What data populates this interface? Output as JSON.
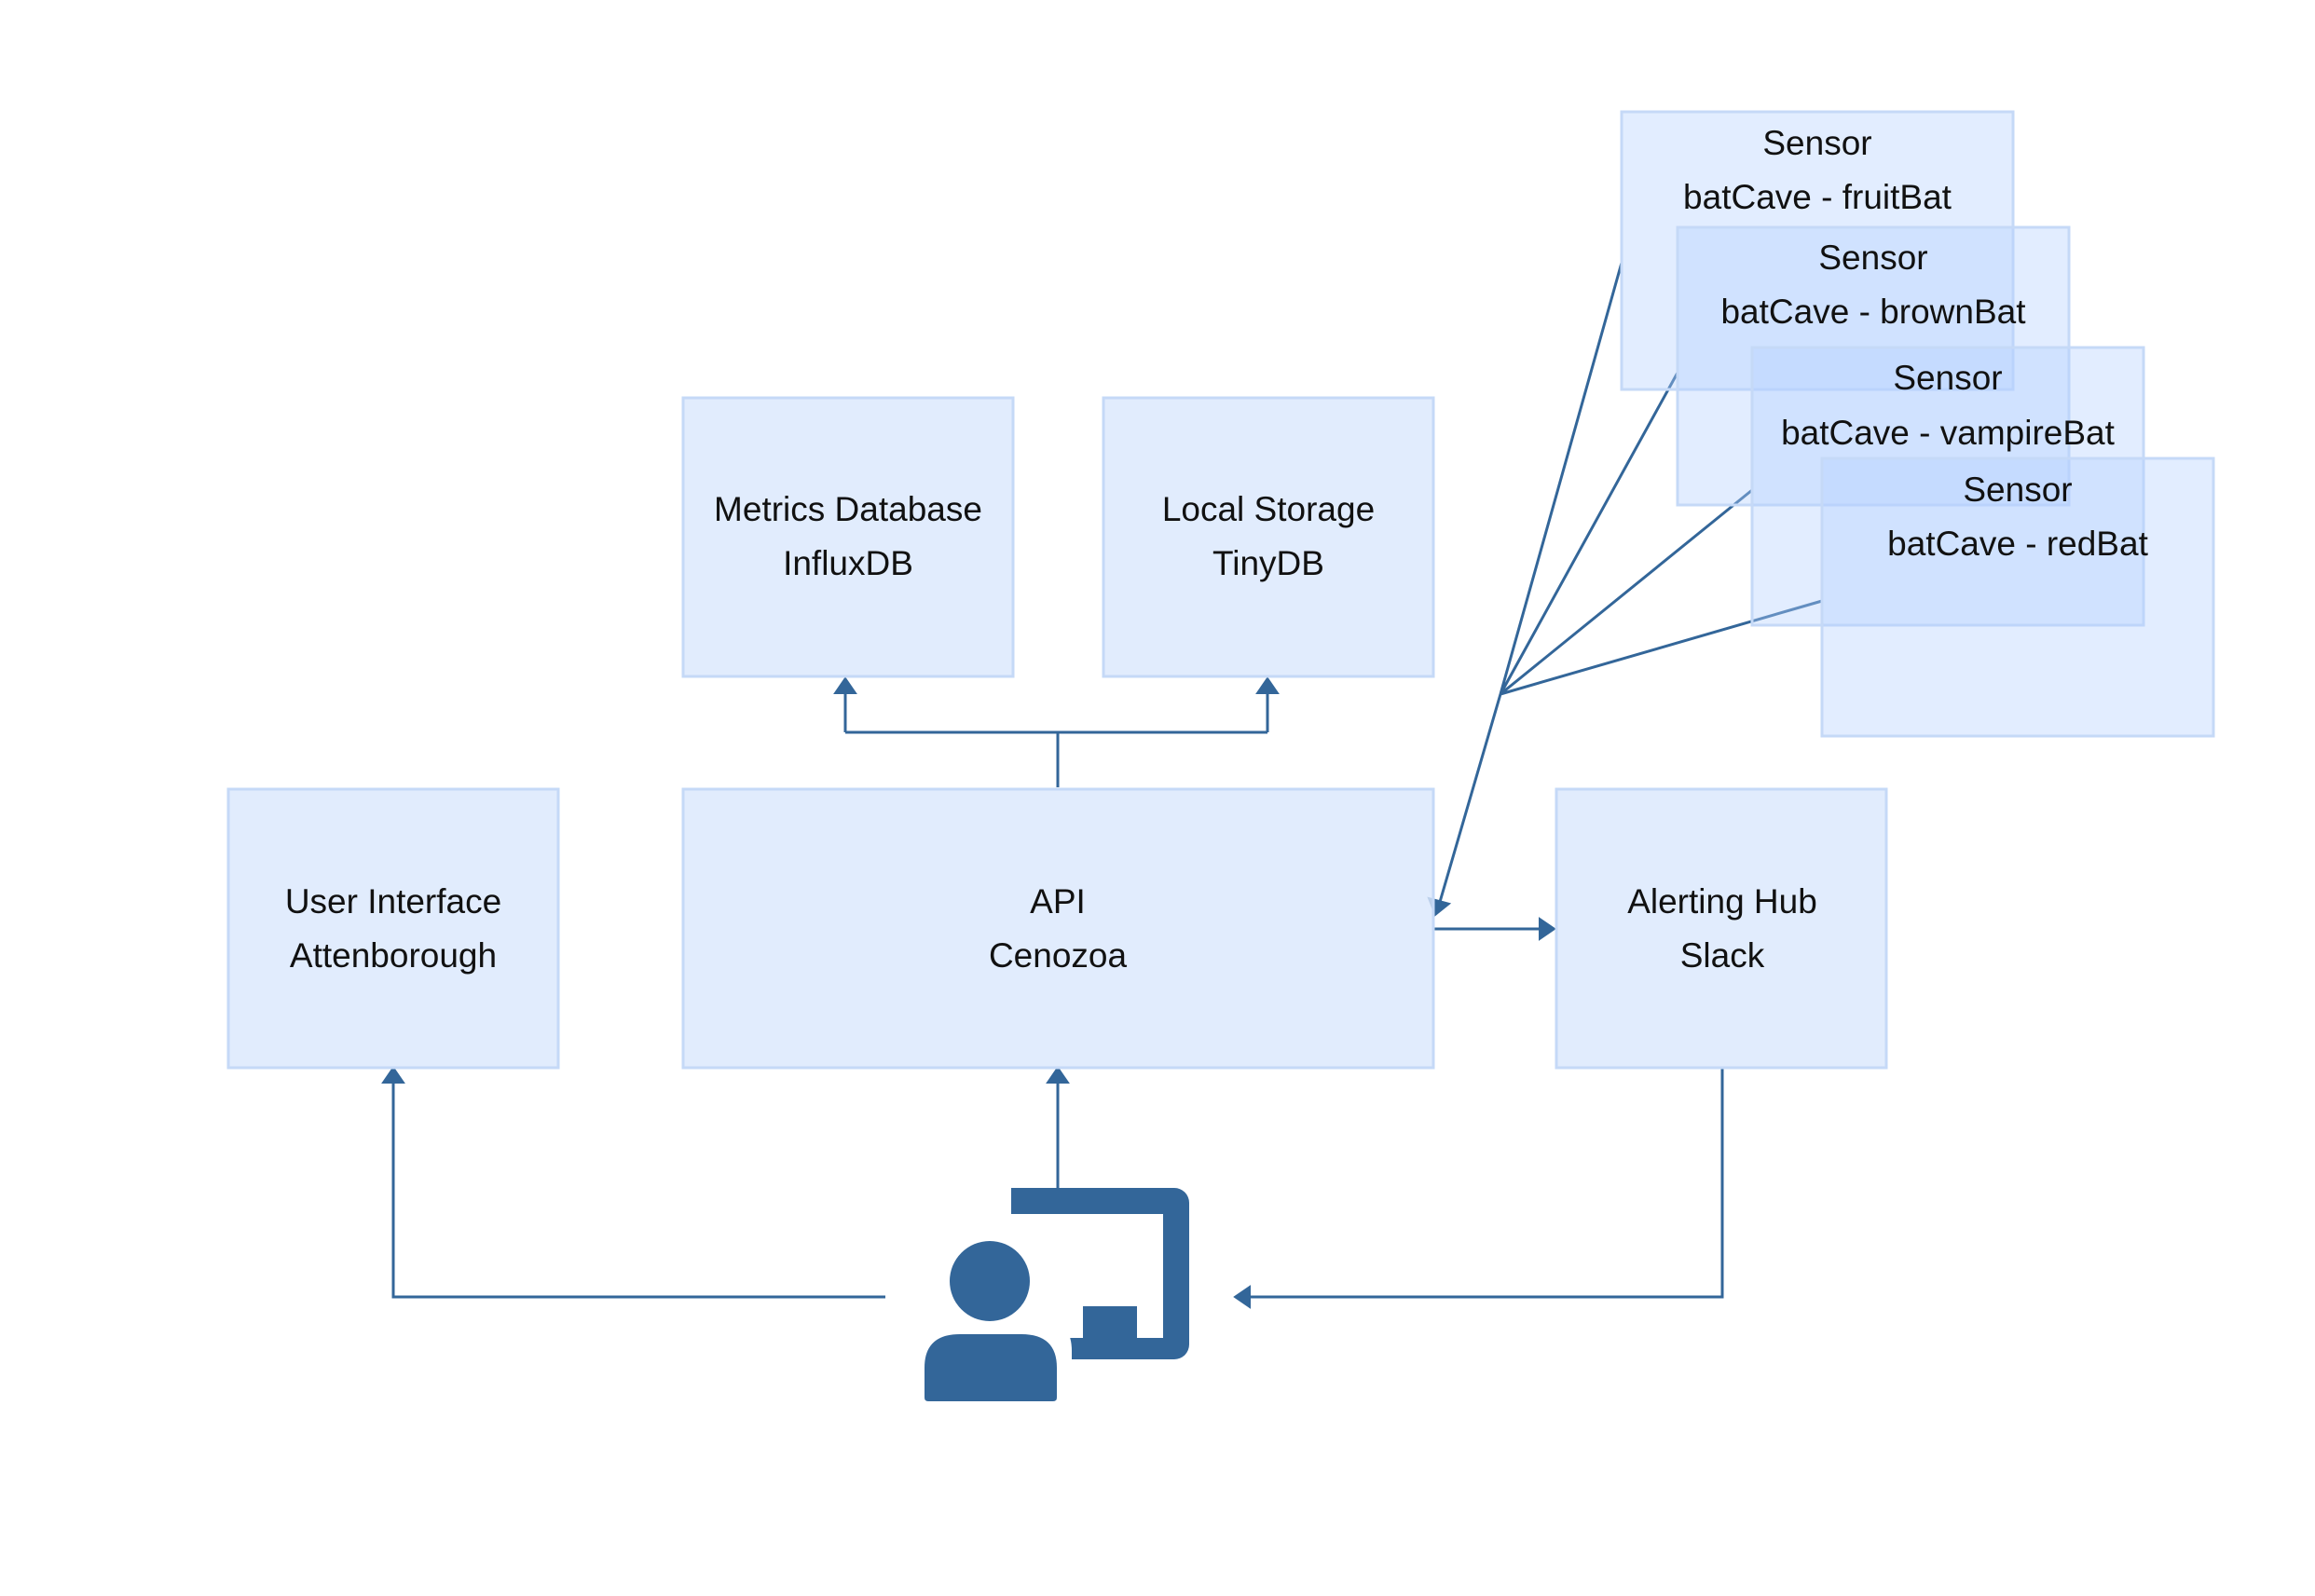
{
  "nodes": {
    "user_interface": {
      "line1": "User Interface",
      "line2": "Attenborough"
    },
    "api": {
      "line1": "API",
      "line2": "Cenozoa"
    },
    "metrics_db": {
      "line1": "Metrics Database",
      "line2": "InfluxDB"
    },
    "local_storage": {
      "line1": "Local Storage",
      "line2": "TinyDB"
    },
    "alerting_hub": {
      "line1": "Alerting Hub",
      "line2": "Slack"
    }
  },
  "sensors": [
    {
      "line1": "Sensor",
      "line2": "batCave - fruitBat"
    },
    {
      "line1": "Sensor",
      "line2": "batCave - brownBat"
    },
    {
      "line1": "Sensor",
      "line2": "batCave - vampireBat"
    },
    {
      "line1": "Sensor",
      "line2": "batCave - redBat"
    }
  ],
  "icons": {
    "actor": "user-presentation-icon"
  },
  "colors": {
    "box_fill": "#dae8fc",
    "box_stroke": "#c5d9f7",
    "edge": "#336699"
  }
}
